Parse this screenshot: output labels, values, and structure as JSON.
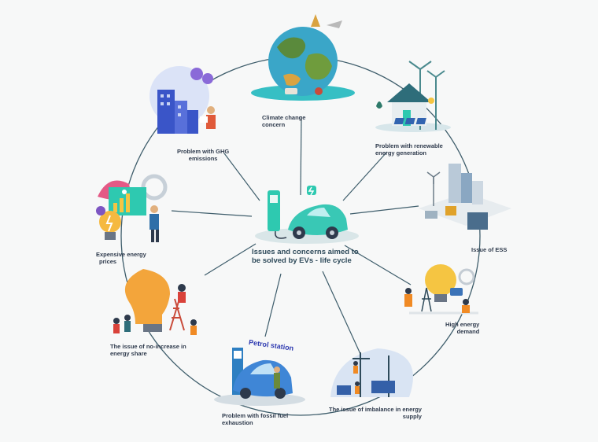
{
  "center": {
    "line1": "Issues and concerns aimed to",
    "line2": "be solved by EVs - life cycle"
  },
  "nodes": [
    {
      "id": "climate",
      "line1": "Climate change",
      "line2": "concern"
    },
    {
      "id": "renewable",
      "line1": "Problem with renewable",
      "line2": "energy generation"
    },
    {
      "id": "ess",
      "line1": "Issue of ESS",
      "line2": ""
    },
    {
      "id": "demand",
      "line1": "High energy",
      "line2": "demand"
    },
    {
      "id": "imbalance",
      "line1": "The issue of imbalance in energy",
      "line2": "supply"
    },
    {
      "id": "fossil",
      "line1": "Problem with fossil fuel",
      "line2": "exhaustion"
    },
    {
      "id": "share",
      "line1": "The issue of no-increase in",
      "line2": "energy share"
    },
    {
      "id": "prices",
      "line1": "Expensive energy",
      "line2": "prices"
    },
    {
      "id": "ghg",
      "line1": "Problem with GHG",
      "line2": "emissions"
    }
  ],
  "sign_text": "Petrol station",
  "colors": {
    "ring": "#3e5d6b",
    "teal": "#2ec9b0",
    "label": "#2e3a4c"
  }
}
